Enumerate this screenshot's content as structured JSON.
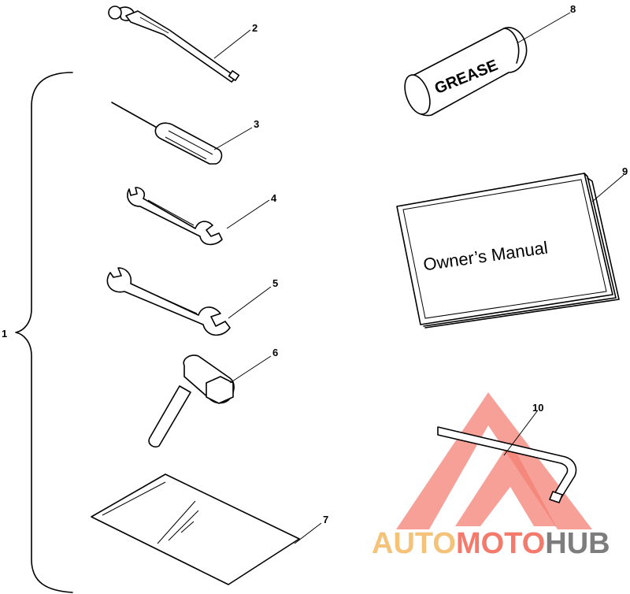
{
  "diagram": {
    "callouts": {
      "c1": "1",
      "c2": "2",
      "c3": "3",
      "c4": "4",
      "c5": "5",
      "c6": "6",
      "c7": "7",
      "c8": "8",
      "c9": "9",
      "c10": "10"
    },
    "grease_label": "GREASE",
    "manual_label": "Owner’s Manual"
  },
  "watermark": {
    "part_auto": "AUTO",
    "part_moto": "MOTO",
    "part_hub": "HUB",
    "color_auto": "#f5c27a",
    "color_moto": "#f47a6c",
    "color_hub": "#7d7d7d",
    "logo_color": "#f26b5e"
  }
}
